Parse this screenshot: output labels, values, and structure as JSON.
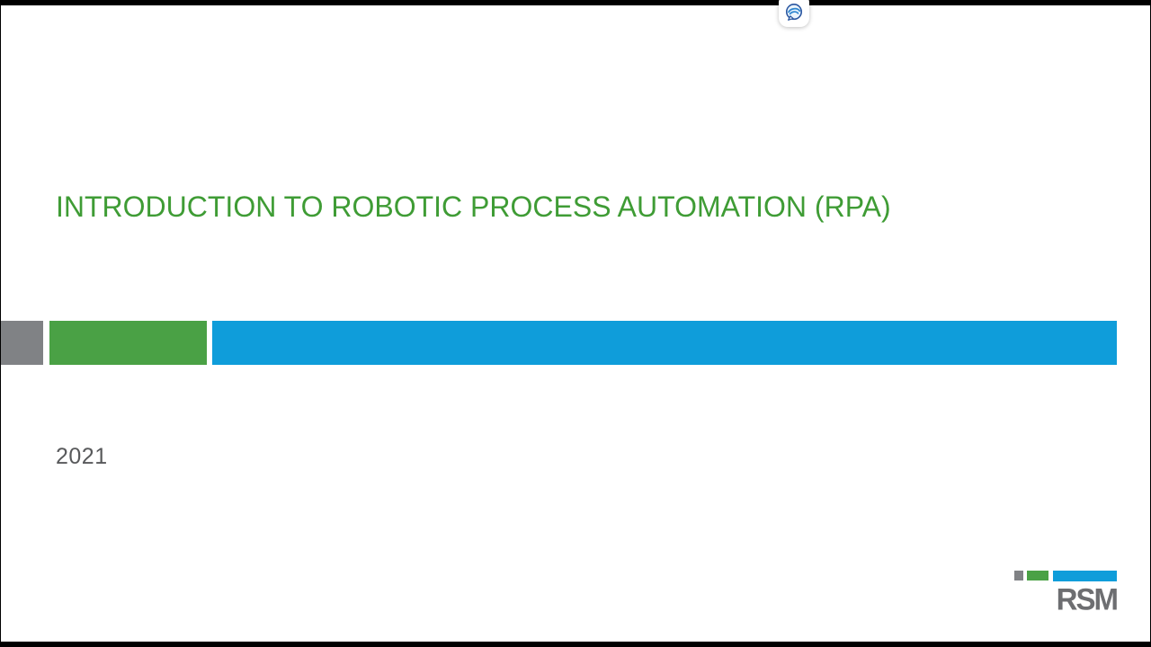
{
  "slide": {
    "title": "INTRODUCTION TO ROBOTIC PROCESS AUTOMATION (RPA)",
    "title_color": "#3f9c35",
    "year": "2021",
    "divider_bar": {
      "segments": [
        {
          "name": "gray",
          "color": "#808285"
        },
        {
          "name": "green",
          "color": "#4aa145"
        },
        {
          "name": "blue",
          "color": "#0f9dda"
        }
      ]
    }
  },
  "logo": {
    "text": "RSM",
    "text_color": "#6d6e71",
    "marks": [
      {
        "name": "gray-square",
        "color": "#808285"
      },
      {
        "name": "green-rectangle",
        "color": "#4aa145"
      },
      {
        "name": "blue-rectangle",
        "color": "#0f9dda"
      }
    ]
  },
  "player_overlay": {
    "icon": "chat-bubble-swirl-icon"
  }
}
